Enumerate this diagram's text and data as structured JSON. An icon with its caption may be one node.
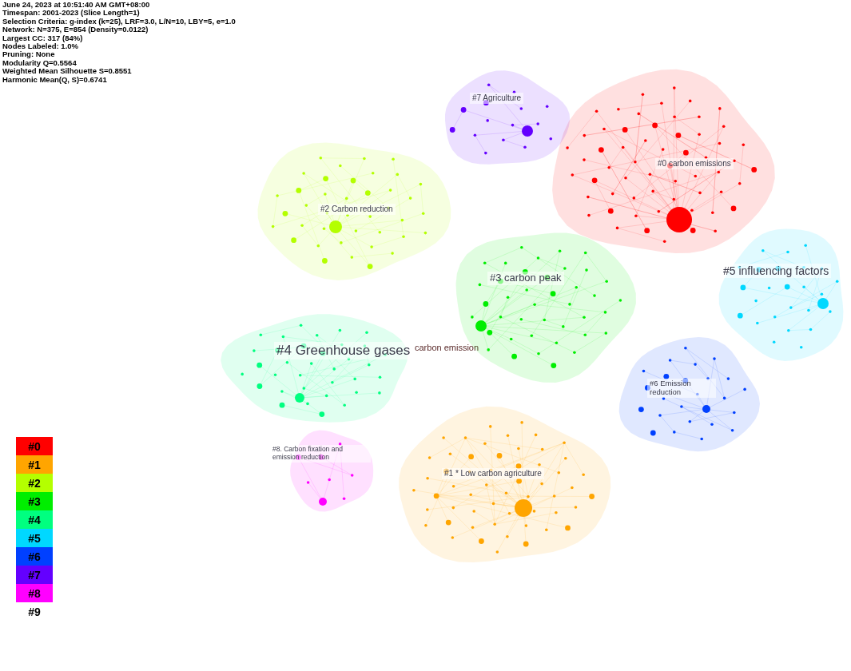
{
  "diagram": {
    "nodes": [
      {
        "text": [
          "#0 carbon emissions"
        ]
      },
      {
        "text": [
          "#1 * Low carbon agriculture"
        ]
      },
      {
        "text": [
          "#2 Carbon reduction"
        ]
      },
      {
        "text": [
          "#3 carbon peak"
        ]
      },
      {
        "text": [
          "#4 Greenhouse gases"
        ]
      },
      {
        "text": [
          "#5 influencing factors"
        ]
      },
      {
        "text": [
          "#6 Emission reduction"
        ]
      },
      {
        "text": [
          "#7 Agriculture"
        ]
      },
      {
        "text": [
          "#8. Carbon fixation and emission reduction"
        ]
      }
    ],
    "labels": [
      "June 24, 2023 at 10:51:40 AM GMT+08:00",
      "Timespan: 2001-2023 (Slice Length=1)",
      "Selection Criteria: g-index (k=25), LRF=3.0, L/N=10, LBY=5, e=1.0",
      "Network: N=375, E=854 (Density=0.0122)",
      "Largest CC: 317 (84%)",
      "Nodes Labeled: 1.0%",
      "Pruning: None",
      "Modularity Q=0.5564",
      "Weighted Mean Silhouette S=0.8551",
      "Harmonic Mean(Q, S)=0.6741",
      "carbon emission"
    ],
    "legend": [
      {
        "text": "#0",
        "color": "#ff0000"
      },
      {
        "text": "#1",
        "color": "#ffa500"
      },
      {
        "text": "#2",
        "color": "#b4ff00"
      },
      {
        "text": "#3",
        "color": "#00ee00"
      },
      {
        "text": "#4",
        "color": "#00ff80"
      },
      {
        "text": "#5",
        "color": "#00d8ff"
      },
      {
        "text": "#6",
        "color": "#0040ff"
      },
      {
        "text": "#7",
        "color": "#6400ff"
      },
      {
        "text": "#8",
        "color": "#ff00ff"
      },
      {
        "text": "#9"
      }
    ]
  }
}
